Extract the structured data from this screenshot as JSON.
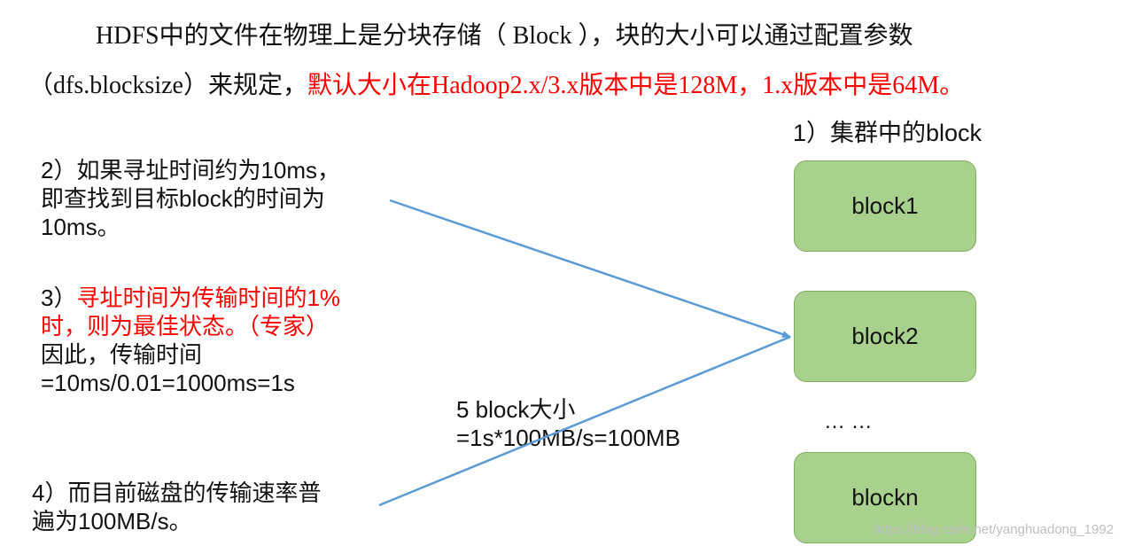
{
  "intro": {
    "line1": "HDFS中的文件在物理上是分块存储（ Block ），块的大小可以通过配置参数",
    "line2_black": "（dfs.blocksize）来规定，",
    "line2_red": "默认大小在Hadoop2.x/3.x版本中是128M，1.x版本中是64M。"
  },
  "cluster_label": "1）集群中的block",
  "blocks": [
    "block1",
    "block2",
    "blockn"
  ],
  "ellipsis": "… …",
  "note2": {
    "line1": "2）如果寻址时间约为10ms，",
    "line2": "即查找到目标block的时间为",
    "line3": "10ms。"
  },
  "note3": {
    "prefix": "3）",
    "red1": "寻址时间为传输时间的1%",
    "red2": "时，则为最佳状态。（专家）",
    "line3": "因此，传输时间",
    "line4": "=10ms/0.01=1000ms=1s"
  },
  "note4": {
    "line1": "4）而目前磁盘的传输速率普",
    "line2": "遍为100MB/s。"
  },
  "note5": {
    "line1": "5 block大小",
    "line2": "=1s*100MB/s=100MB"
  },
  "watermark": "https://blog.csdn.net/yanghuadong_1992",
  "colors": {
    "arrow": "#5b9bd5",
    "block_fill": "#a9d18e",
    "emphasis": "#ff0000"
  }
}
